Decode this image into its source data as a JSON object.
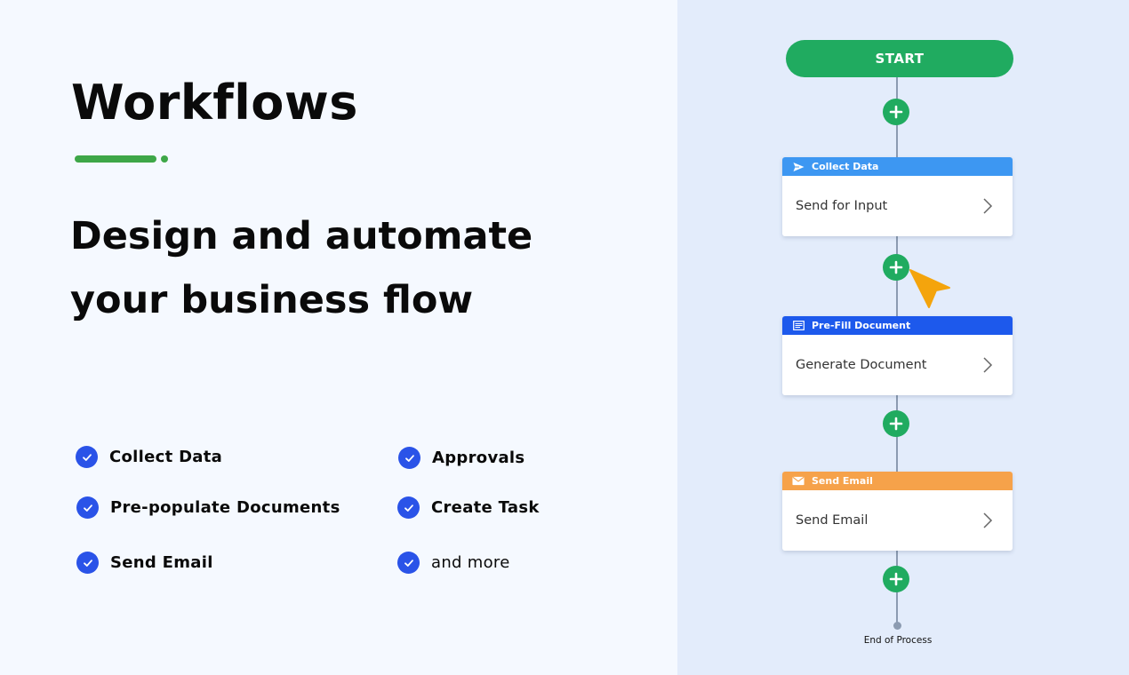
{
  "hero": {
    "title": "Workflows",
    "subtitle_line1": "Design and automate",
    "subtitle_line2": "your business flow"
  },
  "features": [
    {
      "label": "Collect Data"
    },
    {
      "label": "Pre-populate Documents"
    },
    {
      "label": "Send Email"
    },
    {
      "label": "Approvals"
    },
    {
      "label": "Create Task"
    },
    {
      "label": "and more"
    }
  ],
  "workflow": {
    "start_label": "START",
    "steps": [
      {
        "category": "Collect Data",
        "action": "Send for Input",
        "color": "#3d97f2",
        "icon": "send-icon"
      },
      {
        "category": "Pre-Fill Document",
        "action": "Generate Document",
        "color": "#1d59ec",
        "icon": "document-icon"
      },
      {
        "category": "Send Email",
        "action": "Send Email",
        "color": "#f6a24a",
        "icon": "email-icon"
      }
    ],
    "end_label": "End of Process"
  },
  "colors": {
    "accent_green": "#20ab60",
    "check_blue": "#2a53e8",
    "cursor_orange": "#f4a40c",
    "right_panel_bg": "#e3ecfb"
  }
}
